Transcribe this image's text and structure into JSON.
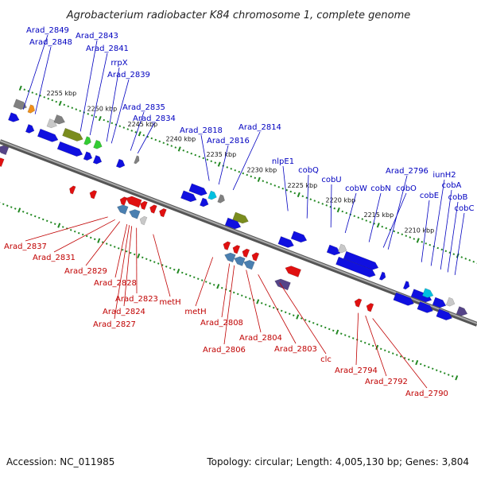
{
  "title": "Agrobacterium radiobacter K84 chromosome 1, complete genome",
  "footer": {
    "accession": "Accession: NC_011985",
    "summary": "Topology: circular; Length: 4,005,130 bp; Genes: 3,804"
  },
  "map": {
    "kbp_labels": [
      {
        "text": "2255 kbp",
        "t": 0.08
      },
      {
        "text": "2250 kbp",
        "t": 0.165
      },
      {
        "text": "2245 kbp",
        "t": 0.25
      },
      {
        "text": "2240 kbp",
        "t": 0.33
      },
      {
        "text": "2235 kbp",
        "t": 0.415
      },
      {
        "text": "2230 kbp",
        "t": 0.5
      },
      {
        "text": "2225 kbp",
        "t": 0.585
      },
      {
        "text": "2220 kbp",
        "t": 0.665
      },
      {
        "text": "2215 kbp",
        "t": 0.745
      },
      {
        "text": "2210 kbp",
        "t": 0.83
      }
    ],
    "forward_labels": [
      {
        "text": "Arad_2849",
        "t": 0.02
      },
      {
        "text": "Arad_2848",
        "t": 0.045
      },
      {
        "text": "Arad_2843",
        "t": 0.14
      },
      {
        "text": "Arad_2841",
        "t": 0.16
      },
      {
        "text": "rrpX",
        "t": 0.195
      },
      {
        "text": "Arad_2839",
        "t": 0.205
      },
      {
        "text": "Arad_2835",
        "t": 0.245
      },
      {
        "text": "Arad_2834",
        "t": 0.26
      },
      {
        "text": "Arad_2818",
        "t": 0.41
      },
      {
        "text": "Arad_2816",
        "t": 0.43
      },
      {
        "text": "Arad_2814",
        "t": 0.46
      },
      {
        "text": "nlpE1",
        "t": 0.575
      },
      {
        "text": "cobQ",
        "t": 0.615
      },
      {
        "text": "cobU",
        "t": 0.665
      },
      {
        "text": "cobW",
        "t": 0.695
      },
      {
        "text": "cobN",
        "t": 0.745
      },
      {
        "text": "cobO",
        "t": 0.775
      },
      {
        "text": "Arad_2796",
        "t": 0.785
      },
      {
        "text": "cobE",
        "t": 0.855
      },
      {
        "text": "iunH2",
        "t": 0.875
      },
      {
        "text": "cobA",
        "t": 0.895
      },
      {
        "text": "cobB",
        "t": 0.91
      },
      {
        "text": "cobC",
        "t": 0.925
      }
    ],
    "reverse_labels": [
      {
        "text": "Arad_2837",
        "t": 0.25
      },
      {
        "text": "Arad_2831",
        "t": 0.265
      },
      {
        "text": "Arad_2829",
        "t": 0.275
      },
      {
        "text": "Arad_2828",
        "t": 0.29
      },
      {
        "text": "Arad_2823",
        "t": 0.31
      },
      {
        "text": "Arad_2824",
        "t": 0.3
      },
      {
        "text": "Arad_2827",
        "t": 0.295
      },
      {
        "text": "metH",
        "t": 0.345
      },
      {
        "text": "metH",
        "t": 0.47
      },
      {
        "text": "Arad_2808",
        "t": 0.505
      },
      {
        "text": "Arad_2806",
        "t": 0.515
      },
      {
        "text": "Arad_2804",
        "t": 0.54
      },
      {
        "text": "Arad_2803",
        "t": 0.565
      },
      {
        "text": "clc",
        "t": 0.61
      },
      {
        "text": "Arad_2794",
        "t": 0.775
      },
      {
        "text": "Arad_2792",
        "t": 0.79
      },
      {
        "text": "Arad_2790",
        "t": 0.805
      }
    ],
    "colors": {
      "blue": "#1010e0",
      "red": "#e01010",
      "olive": "#7a8c1e",
      "green": "#33cc33",
      "grey": "#808080",
      "steel": "#4a7fb0",
      "cyan": "#00c0e0",
      "purple": "#554488",
      "orange": "#f0901a",
      "lightgrey": "#c8c8c8",
      "backbone": "#888888",
      "tick": "#228822"
    }
  }
}
